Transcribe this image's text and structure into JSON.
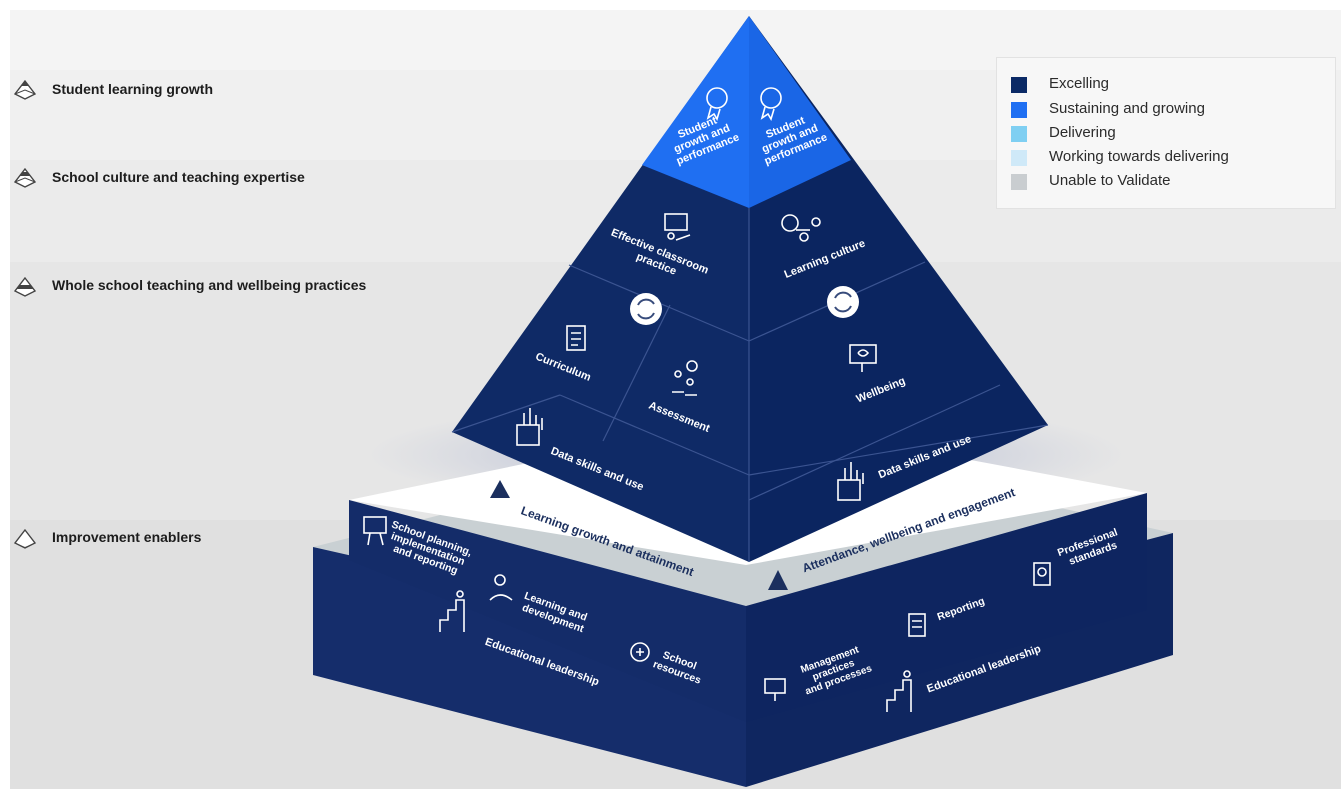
{
  "bands": [
    {
      "label": "Student learning growth"
    },
    {
      "label": "School culture and teaching expertise"
    },
    {
      "label": "Whole school teaching and wellbeing practices"
    },
    {
      "label": "Improvement enablers"
    }
  ],
  "legend": [
    {
      "label": "Excelling",
      "color": "#0b2a66"
    },
    {
      "label": "Sustaining and growing",
      "color": "#1f6ff2"
    },
    {
      "label": "Delivering",
      "color": "#7fcff2"
    },
    {
      "label": "Working towards delivering",
      "color": "#cfe9f8"
    },
    {
      "label": "Unable to Validate",
      "color": "#c9cdd0"
    }
  ],
  "pyramid": {
    "top_left": [
      "Student",
      "growth and",
      "performance"
    ],
    "top_right": [
      "Student",
      "growth and",
      "performance"
    ],
    "effective": [
      "Effective classroom",
      "practice"
    ],
    "learning_culture": "Learning culture",
    "curriculum": "Curriculum",
    "assessment": "Assessment",
    "wellbeing": "Wellbeing",
    "data_left": "Data skills and use",
    "data_right": "Data skills and use"
  },
  "base": {
    "learning_growth": "Learning growth and attainment",
    "attendance": "Attendance, wellbeing and engagement",
    "school_planning": [
      "School planning,",
      "implementation",
      "and reporting"
    ],
    "learning_dev": [
      "Learning and",
      "development"
    ],
    "school_resources": [
      "School",
      "resources"
    ],
    "management": [
      "Management",
      "practices",
      "and processes"
    ],
    "reporting": "Reporting",
    "professional": [
      "Professional",
      "standards"
    ],
    "ed_left": "Educational leadership",
    "ed_right": "Educational leadership"
  }
}
